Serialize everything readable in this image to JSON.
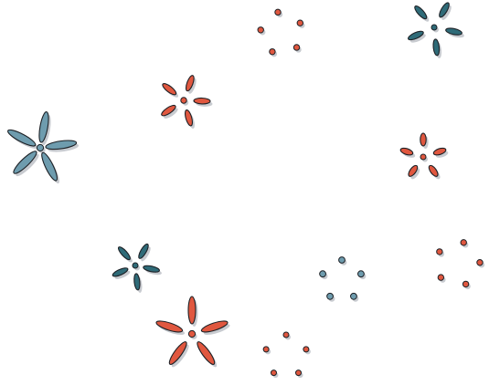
{
  "scene": {
    "background": "#ffffff",
    "outline_color": "#1d2126",
    "shadow_color": "#c8cbd0",
    "palette": {
      "red": "#e0573f",
      "teal": "#2f6b78",
      "steel": "#6e9cae"
    }
  },
  "motifs": [
    {
      "id": "flower-red-top-left",
      "kind": "flower",
      "color": "red",
      "petals": 5
    },
    {
      "id": "flower-steel-left",
      "kind": "flower",
      "color": "steel",
      "petals": 5
    },
    {
      "id": "flower-teal-bottom-left",
      "kind": "flower",
      "color": "teal",
      "petals": 5
    },
    {
      "id": "flower-red-bottom",
      "kind": "flower",
      "color": "red",
      "petals": 5
    },
    {
      "id": "flower-teal-top-right",
      "kind": "flower",
      "color": "teal",
      "petals": 5
    },
    {
      "id": "flower-red-right",
      "kind": "flower",
      "color": "red",
      "petals": 5
    },
    {
      "id": "dots-red-top",
      "kind": "dot-ring",
      "color": "red",
      "dots": 5
    },
    {
      "id": "dots-steel-center",
      "kind": "dot-ring",
      "color": "steel",
      "dots": 5
    },
    {
      "id": "dots-red-right",
      "kind": "dot-ring",
      "color": "red",
      "dots": 5
    },
    {
      "id": "dots-red-bottom",
      "kind": "dot-ring",
      "color": "red",
      "dots": 5
    }
  ]
}
